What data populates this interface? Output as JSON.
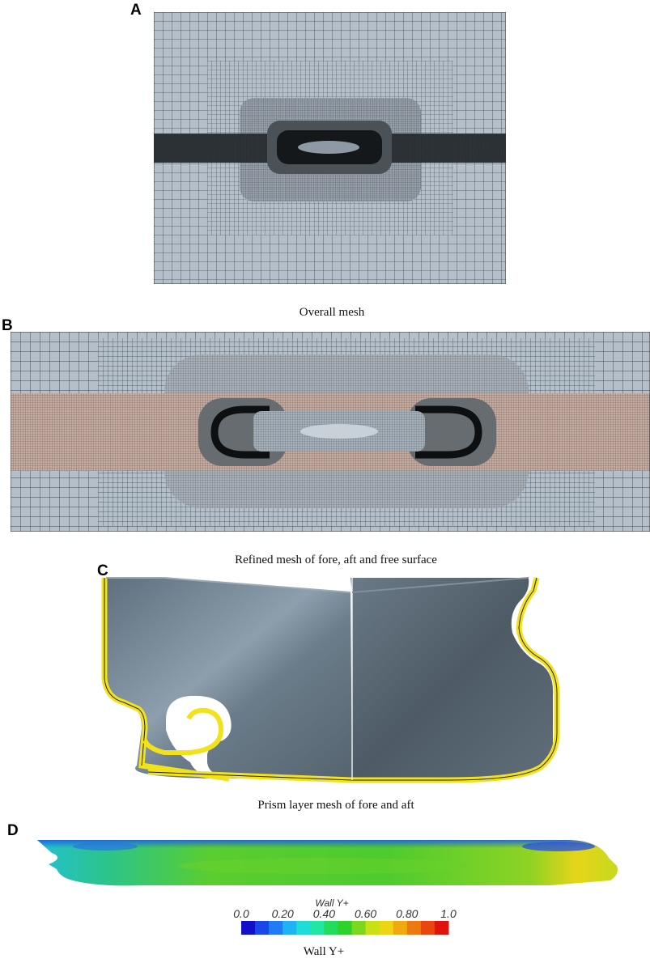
{
  "panels": {
    "a": {
      "label": "A",
      "caption": "Overall mesh"
    },
    "b": {
      "label": "B",
      "caption": "Refined mesh of fore, aft and free surface"
    },
    "c": {
      "label": "C",
      "caption": "Prism layer mesh of fore and aft"
    },
    "d": {
      "label": "D",
      "caption": "Wall Y+"
    }
  },
  "colorbar": {
    "title": "Wall Y+",
    "ticks": [
      "0.0",
      "0.20",
      "0.40",
      "0.60",
      "0.80",
      "1.0"
    ],
    "colors": [
      "#1010c8",
      "#1a48e8",
      "#1f7cf4",
      "#1fb2f4",
      "#20dcd8",
      "#22e6a4",
      "#22dc5a",
      "#2ed22a",
      "#7cd81c",
      "#c8e014",
      "#ecd612",
      "#f0aa10",
      "#ec7a0e",
      "#e8460c",
      "#e0140c"
    ]
  },
  "colors": {
    "mesh_background": "#b4bfc9",
    "mesh_line": "#37424c",
    "free_surface_band": "#c7ab9f",
    "hull_surface": "#6c7d8b",
    "prism_layer": "#f2e21c"
  }
}
